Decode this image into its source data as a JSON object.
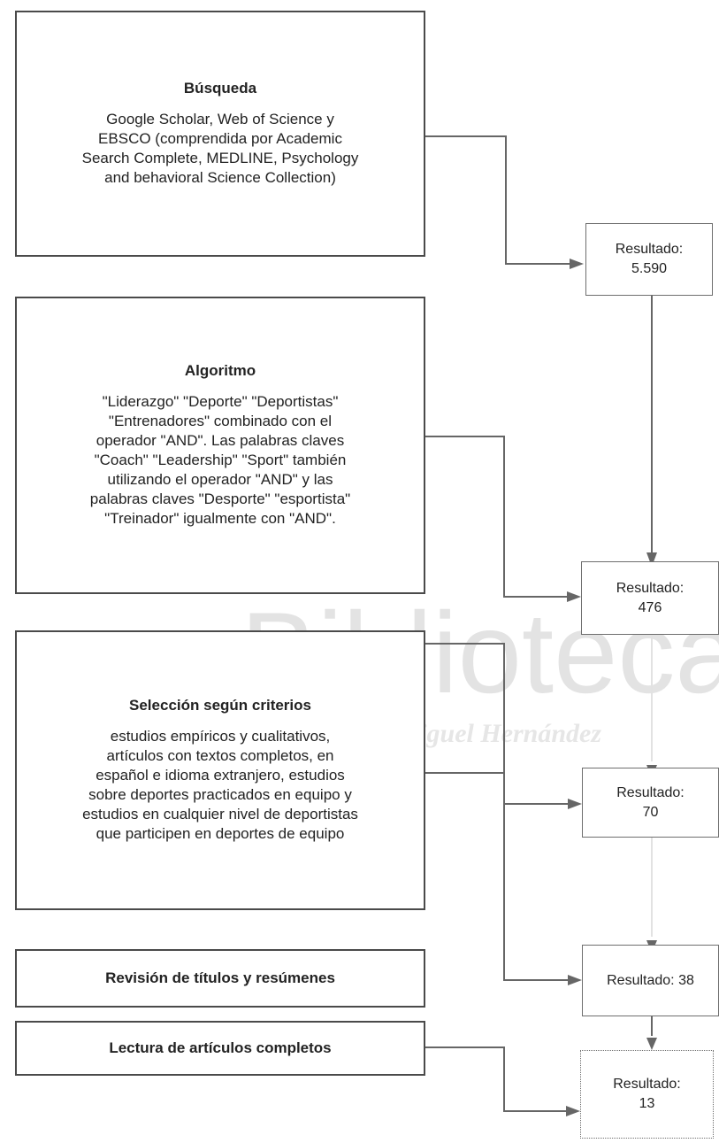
{
  "watermark": {
    "title": "Biblioteca",
    "subtitle": "Universitas Miguel Hernández"
  },
  "steps": [
    {
      "title": "Búsqueda",
      "text": [
        "Google Scholar, Web of Science y",
        "EBSCO (comprendida por Academic",
        "Search Complete, MEDLINE, Psychology",
        "and behavioral Science Collection)"
      ]
    },
    {
      "title": "Algoritmo",
      "text": [
        "\"Liderazgo\" \"Deporte\" \"Deportistas\"",
        "\"Entrenadores\" combinado con el",
        "operador \"AND\". Las palabras claves",
        "\"Coach\" \"Leadership\" \"Sport\" también",
        "utilizando el operador \"AND\" y las",
        "palabras claves \"Desporte\" \"esportista\"",
        "\"Treinador\" igualmente con \"AND\"."
      ]
    },
    {
      "title": "Selección según criterios",
      "text": [
        "estudios empíricos y cualitativos,",
        "artículos con textos completos, en",
        "español e idioma extranjero, estudios",
        "sobre deportes practicados en equipo y",
        "estudios en cualquier nivel de deportistas",
        "que participen en deportes de equipo"
      ]
    },
    {
      "title": "Revisión de títulos y resúmenes"
    },
    {
      "title": "Lectura de artículos completos"
    }
  ],
  "results": [
    {
      "label": "Resultado:",
      "value": "5.590"
    },
    {
      "label": "Resultado:",
      "value": "476"
    },
    {
      "label": "Resultado:",
      "value": "70"
    },
    {
      "label": "Resultado: 38",
      "value": ""
    },
    {
      "label": "Resultado:",
      "value": "13"
    }
  ]
}
